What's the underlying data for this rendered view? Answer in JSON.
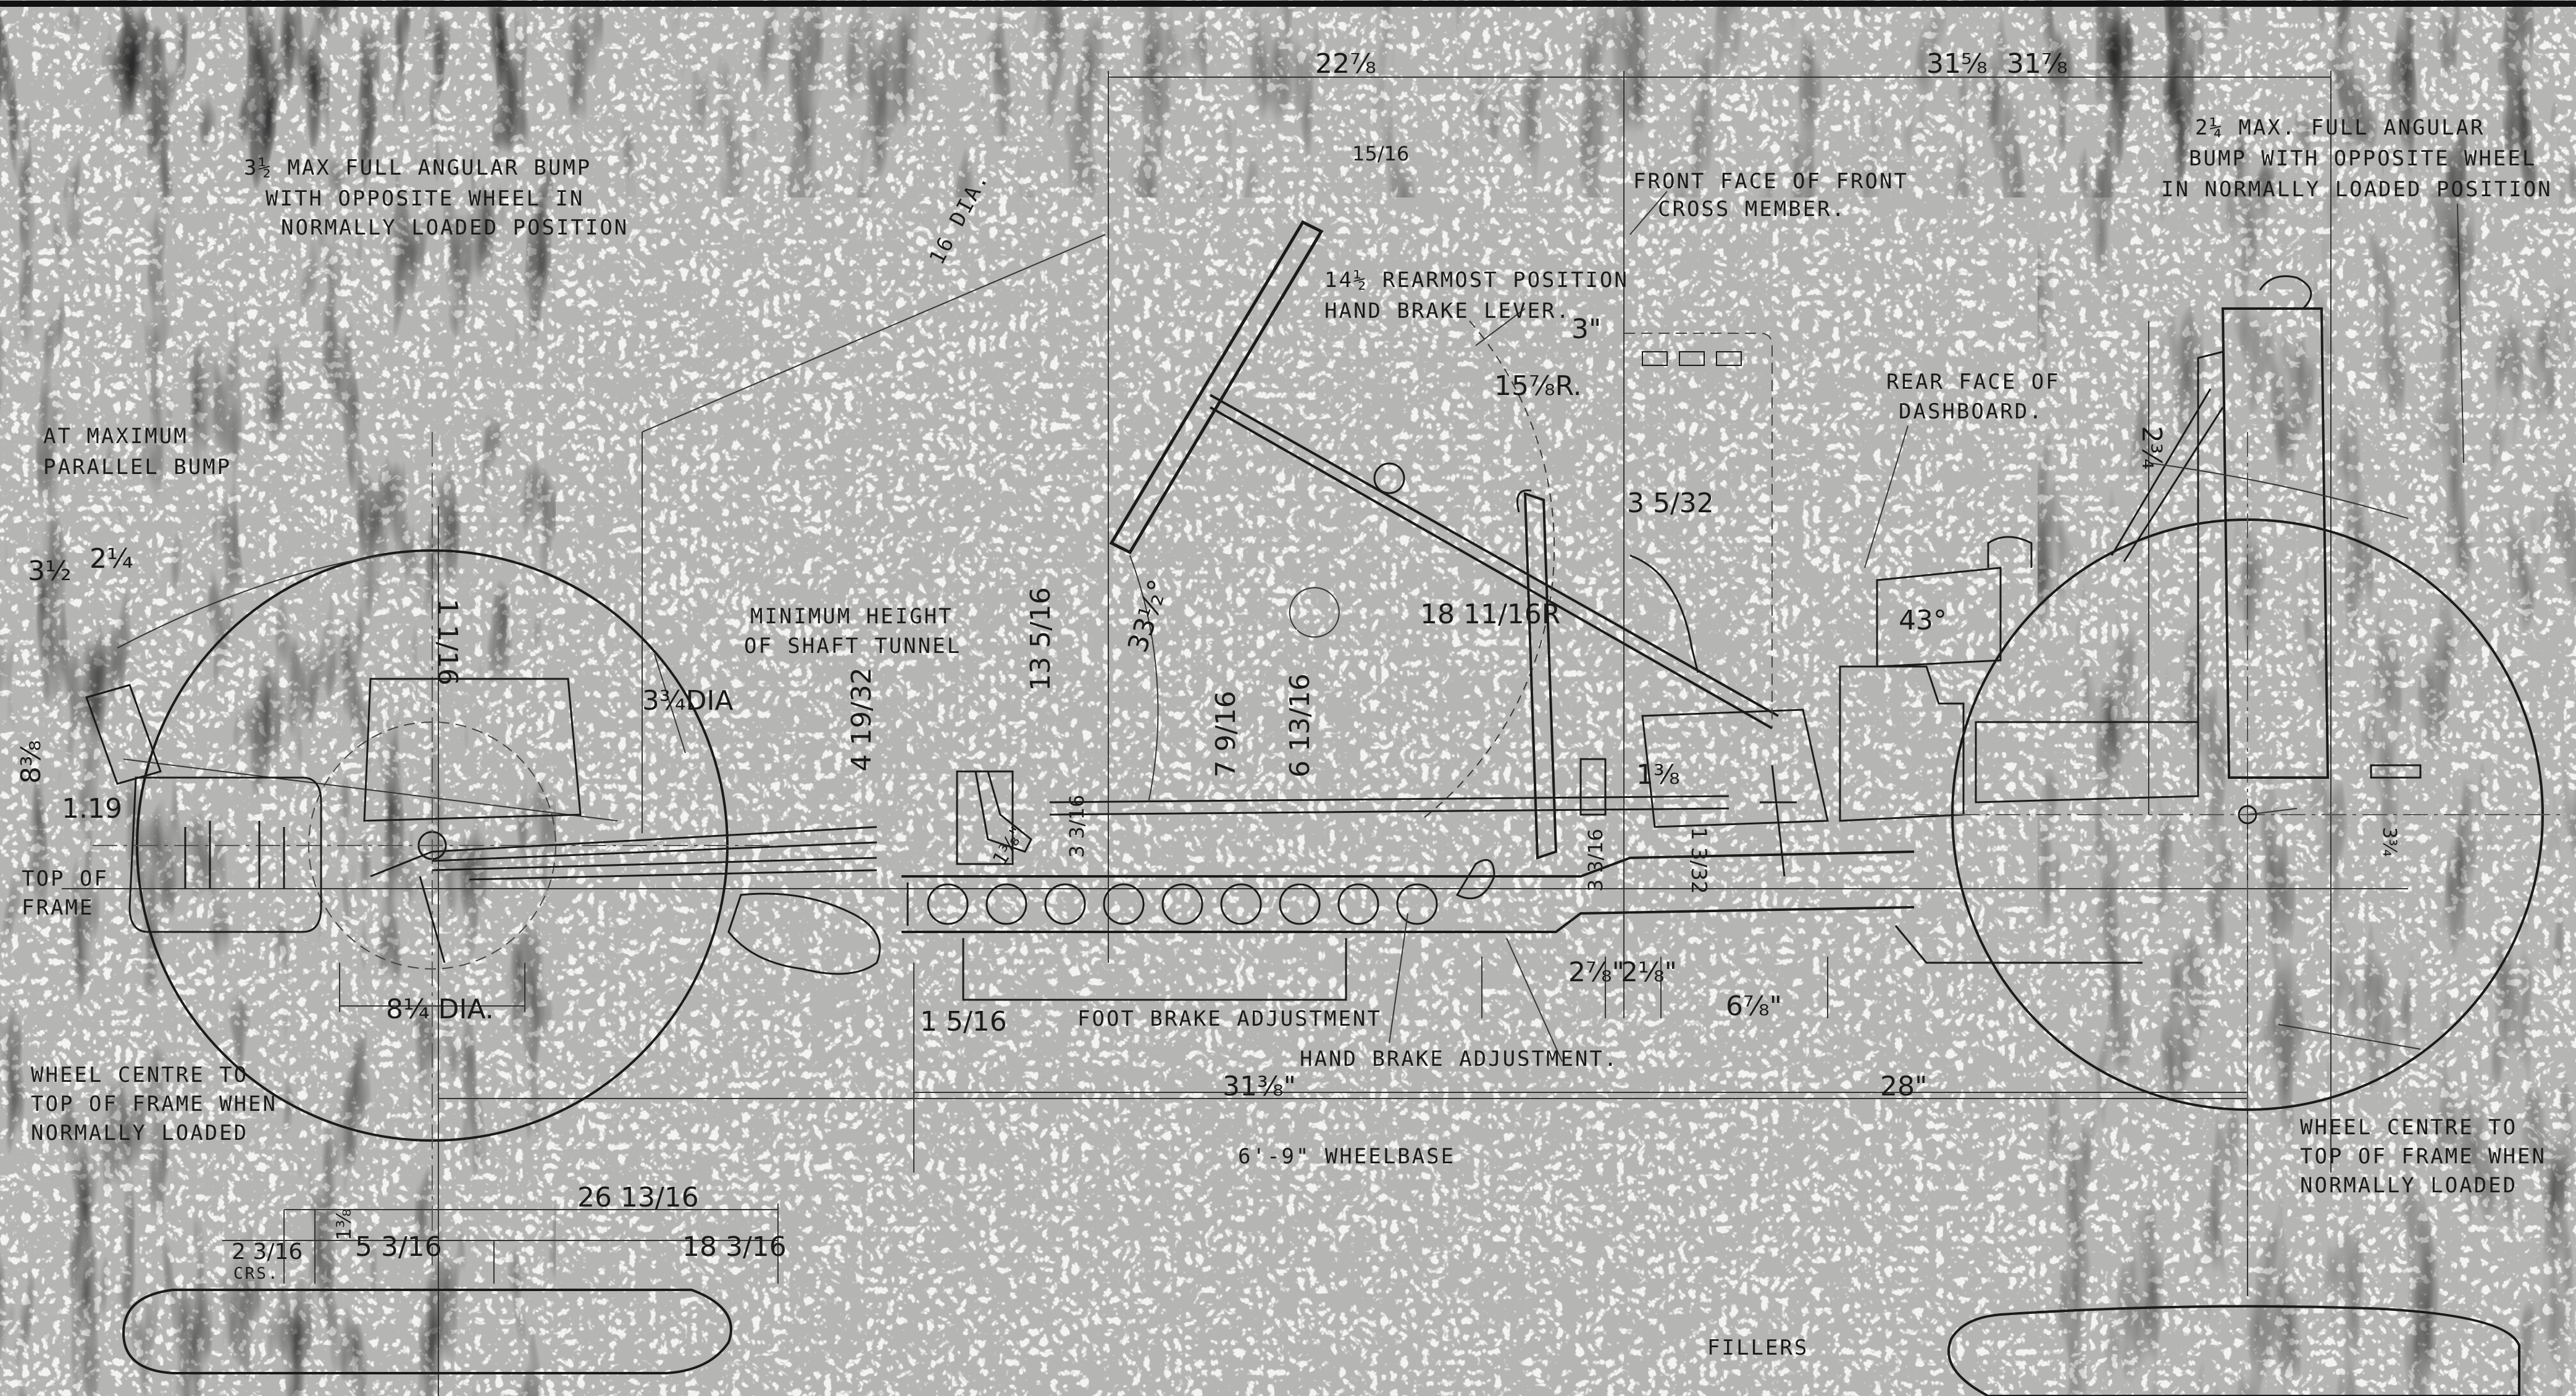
{
  "drawing": {
    "notes": {
      "rear_bump_l1": "3½ MAX FULL ANGULAR BUMP",
      "rear_bump_l2": "WITH OPPOSITE WHEEL IN",
      "rear_bump_l3": "NORMALLY LOADED POSITION",
      "front_bump_l1": "2¼ MAX. FULL ANGULAR",
      "front_bump_l2": "BUMP WITH OPPOSITE WHEEL",
      "front_bump_l3": "IN NORMALLY LOADED POSITION",
      "max_parallel_l1": "AT MAXIMUM",
      "max_parallel_l2": "PARALLEL BUMP",
      "front_face_l1": "FRONT FACE OF FRONT",
      "front_face_l2": "CROSS MEMBER.",
      "rearmost_l1": "14½ REARMOST POSITION",
      "rearmost_l2": "HAND BRAKE LEVER.",
      "rear_face_l1": "REAR FACE OF",
      "rear_face_l2": "DASHBOARD.",
      "min_height_l1": "MINIMUM HEIGHT",
      "min_height_l2": "OF SHAFT TUNNEL",
      "top_frame_l1": "TOP OF",
      "top_frame_l2": "FRAME",
      "wheel_rear_l1": "WHEEL CENTRE TO",
      "wheel_rear_l2": "TOP OF FRAME WHEN",
      "wheel_rear_l3": "NORMALLY LOADED",
      "wheel_front_l1": "WHEEL CENTRE TO",
      "wheel_front_l2": "TOP OF FRAME WHEN",
      "wheel_front_l3": "NORMALLY LOADED",
      "foot_brake": "FOOT BRAKE ADJUSTMENT",
      "hand_brake": "HAND BRAKE ADJUSTMENT.",
      "wheelbase": "6'-9\" WHEELBASE",
      "fillers": "FILLERS",
      "steering_dia": "16 DIA.",
      "crs": "CRS."
    },
    "dims": {
      "d_22_7_8": "22⅞",
      "d_31_5_8": "31⅝",
      "d_31_7_8": "31⅞",
      "d_15_16": "15/16",
      "d_3": "3\"",
      "d_15_7_8r": "15⅞R.",
      "d_3_5_32": "3 5/32",
      "d_2_3_4": "2¾",
      "d_43": "43°",
      "d_18_11_16r": "18 11/16R",
      "d_33_half": "33½°",
      "d_13_5_16": "13 5/16",
      "d_7_9_16": "7 9/16",
      "d_6_13_16": "6 13/16",
      "d_4_19_32": "4 19/32",
      "d_3_3_4_dia": "3¾DIA",
      "d_1_1_16": "1 1/16",
      "d_3_half": "3½",
      "d_2_quarter": "2¼",
      "d_1_19": "1.19",
      "d_8_3_8": "8⅜",
      "d_8_1_4_dia": "8¼ DIA.",
      "d_1_5_16": "1 5/16",
      "d_1_3_8": "1⅜\"",
      "d_2_7_8": "2⅞\"",
      "d_2_1_8": "2⅛\"",
      "d_6_7_8": "6⅞\"",
      "d_1_3_32": "1 3/32",
      "d_3_3_16": "3 3/16",
      "d_3_3_16b": "3 3/16",
      "d_31_3_8": "31⅜\"",
      "d_28": "28\"",
      "d_26_13_16": "26 13/16",
      "d_18_3_16": "18 3/16",
      "d_2_3_16": "2 3/16",
      "d_1_3_8b": "1⅜",
      "d_5_3_16": "5 3/16",
      "d_3_3_4": "3¾"
    }
  }
}
